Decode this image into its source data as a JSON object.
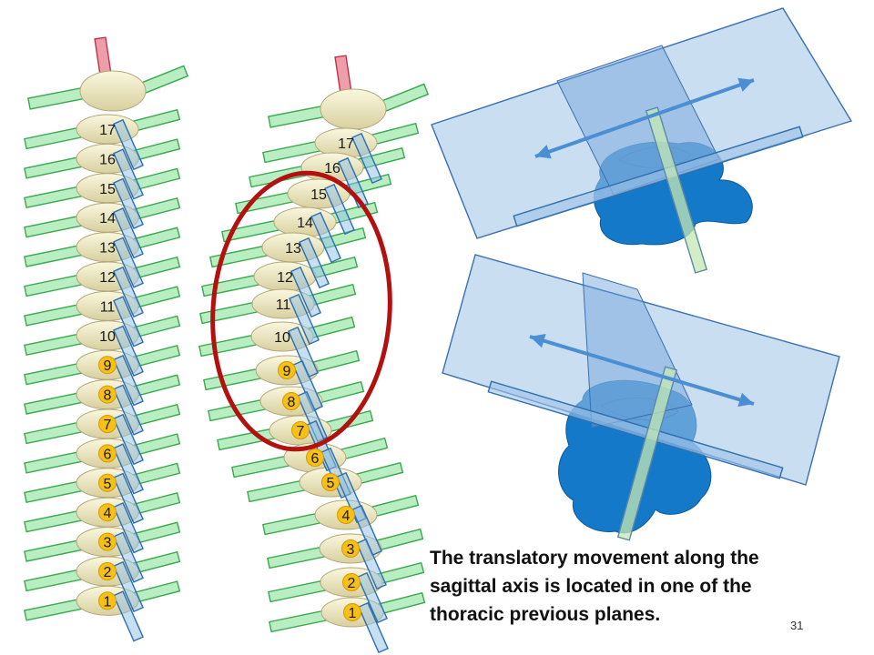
{
  "spine_left": {
    "labels": [
      "17",
      "16",
      "15",
      "14",
      "13",
      "12",
      "11",
      "10",
      "9",
      "8",
      "7",
      "6",
      "5",
      "4",
      "3",
      "2",
      "1"
    ],
    "highlighted_labels": [
      "9",
      "8",
      "7",
      "6",
      "5",
      "4",
      "3",
      "2",
      "1"
    ]
  },
  "spine_middle": {
    "labels": [
      "17",
      "16",
      "15",
      "14",
      "13",
      "12",
      "11",
      "10",
      "9",
      "8",
      "7",
      "6",
      "5",
      "4",
      "3",
      "2",
      "1"
    ],
    "highlighted_labels": [
      "9",
      "8",
      "7",
      "6",
      "5",
      "4",
      "3",
      "2",
      "1"
    ]
  },
  "caption": {
    "line1": "The translatory movement along the",
    "line2": "sagittal axis is located in one of the",
    "line3": "thoracic previous planes."
  },
  "page_number": "31",
  "colors": {
    "vertebra": "#f1edc4",
    "process_green": "#7fe08f",
    "axis_blue": "#8fbfe6",
    "axis_red": "#e67f8f",
    "plane_blue": "#9fc3e8",
    "bone_blue": "#1479c8",
    "ellipse_red": "#b31010",
    "badge_yellow": "#f6c019"
  }
}
